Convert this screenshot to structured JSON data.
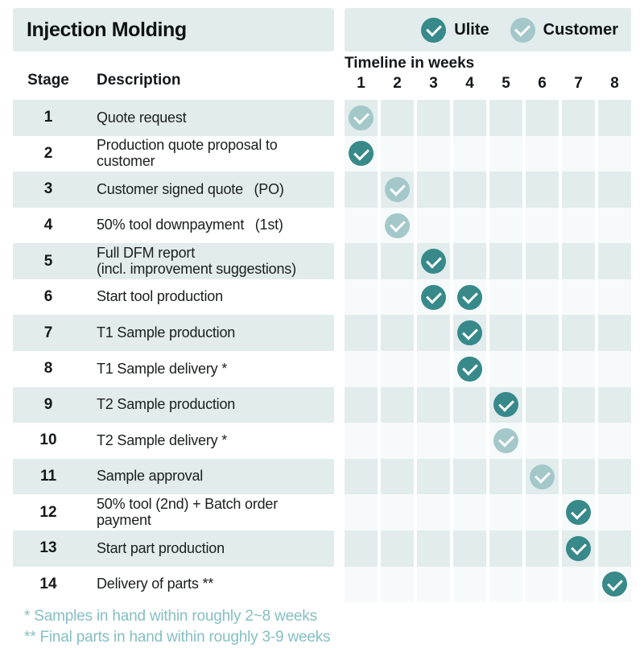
{
  "header": {
    "title": "Injection Molding",
    "legend": [
      {
        "label": "Ulite",
        "key": "ulite"
      },
      {
        "label": "Customer",
        "key": "customer"
      }
    ]
  },
  "columns": {
    "stage": "Stage",
    "description": "Description",
    "timeline": "Timeline in weeks",
    "weeks": [
      "1",
      "2",
      "3",
      "4",
      "5",
      "6",
      "7",
      "8"
    ]
  },
  "chart_data": {
    "type": "table",
    "title": "Injection Molding",
    "xlabel": "Timeline in weeks",
    "weeks": [
      1,
      2,
      3,
      4,
      5,
      6,
      7,
      8
    ],
    "legend": [
      "Ulite",
      "Customer"
    ],
    "legend_position": "top-right",
    "rows": [
      {
        "stage": "1",
        "description": "Quote request",
        "checks": [
          {
            "week": 1,
            "who": "customer"
          }
        ]
      },
      {
        "stage": "2",
        "description": "Production quote proposal to customer",
        "checks": [
          {
            "week": 1,
            "who": "ulite"
          }
        ]
      },
      {
        "stage": "3",
        "description": "Customer signed quote  (PO)",
        "checks": [
          {
            "week": 2,
            "who": "customer"
          }
        ]
      },
      {
        "stage": "4",
        "description": "50% tool downpayment  (1st)",
        "checks": [
          {
            "week": 2,
            "who": "customer"
          }
        ]
      },
      {
        "stage": "5",
        "description": "Full DFM report\n(incl. improvement suggestions)",
        "checks": [
          {
            "week": 3,
            "who": "ulite"
          }
        ]
      },
      {
        "stage": "6",
        "description": "Start tool production",
        "checks": [
          {
            "week": 3,
            "who": "ulite"
          },
          {
            "week": 4,
            "who": "ulite"
          }
        ]
      },
      {
        "stage": "7",
        "description": "T1 Sample production",
        "checks": [
          {
            "week": 4,
            "who": "ulite"
          }
        ]
      },
      {
        "stage": "8",
        "description": "T1 Sample delivery *",
        "checks": [
          {
            "week": 4,
            "who": "ulite"
          }
        ]
      },
      {
        "stage": "9",
        "description": "T2 Sample production",
        "checks": [
          {
            "week": 5,
            "who": "ulite"
          }
        ]
      },
      {
        "stage": "10",
        "description": "T2 Sample delivery *",
        "checks": [
          {
            "week": 5,
            "who": "customer"
          }
        ]
      },
      {
        "stage": "11",
        "description": "Sample approval",
        "checks": [
          {
            "week": 6,
            "who": "customer"
          }
        ]
      },
      {
        "stage": "12",
        "description": "50% tool (2nd) + Batch order payment",
        "checks": [
          {
            "week": 7,
            "who": "ulite"
          }
        ]
      },
      {
        "stage": "13",
        "description": "Start part production",
        "checks": [
          {
            "week": 7,
            "who": "ulite"
          }
        ]
      },
      {
        "stage": "14",
        "description": "Delivery of parts **",
        "checks": [
          {
            "week": 8,
            "who": "ulite"
          }
        ]
      }
    ]
  },
  "footnotes": [
    "* Samples in hand within roughly 2~8 weeks",
    "** Final parts in hand within roughly 3-9 weeks"
  ],
  "colors": {
    "ulite": "#37898a",
    "customer": "#a4c8ca",
    "row_alt": "#e2ecec",
    "cell_faint": "#f7fafa",
    "note": "#85bfc2"
  }
}
